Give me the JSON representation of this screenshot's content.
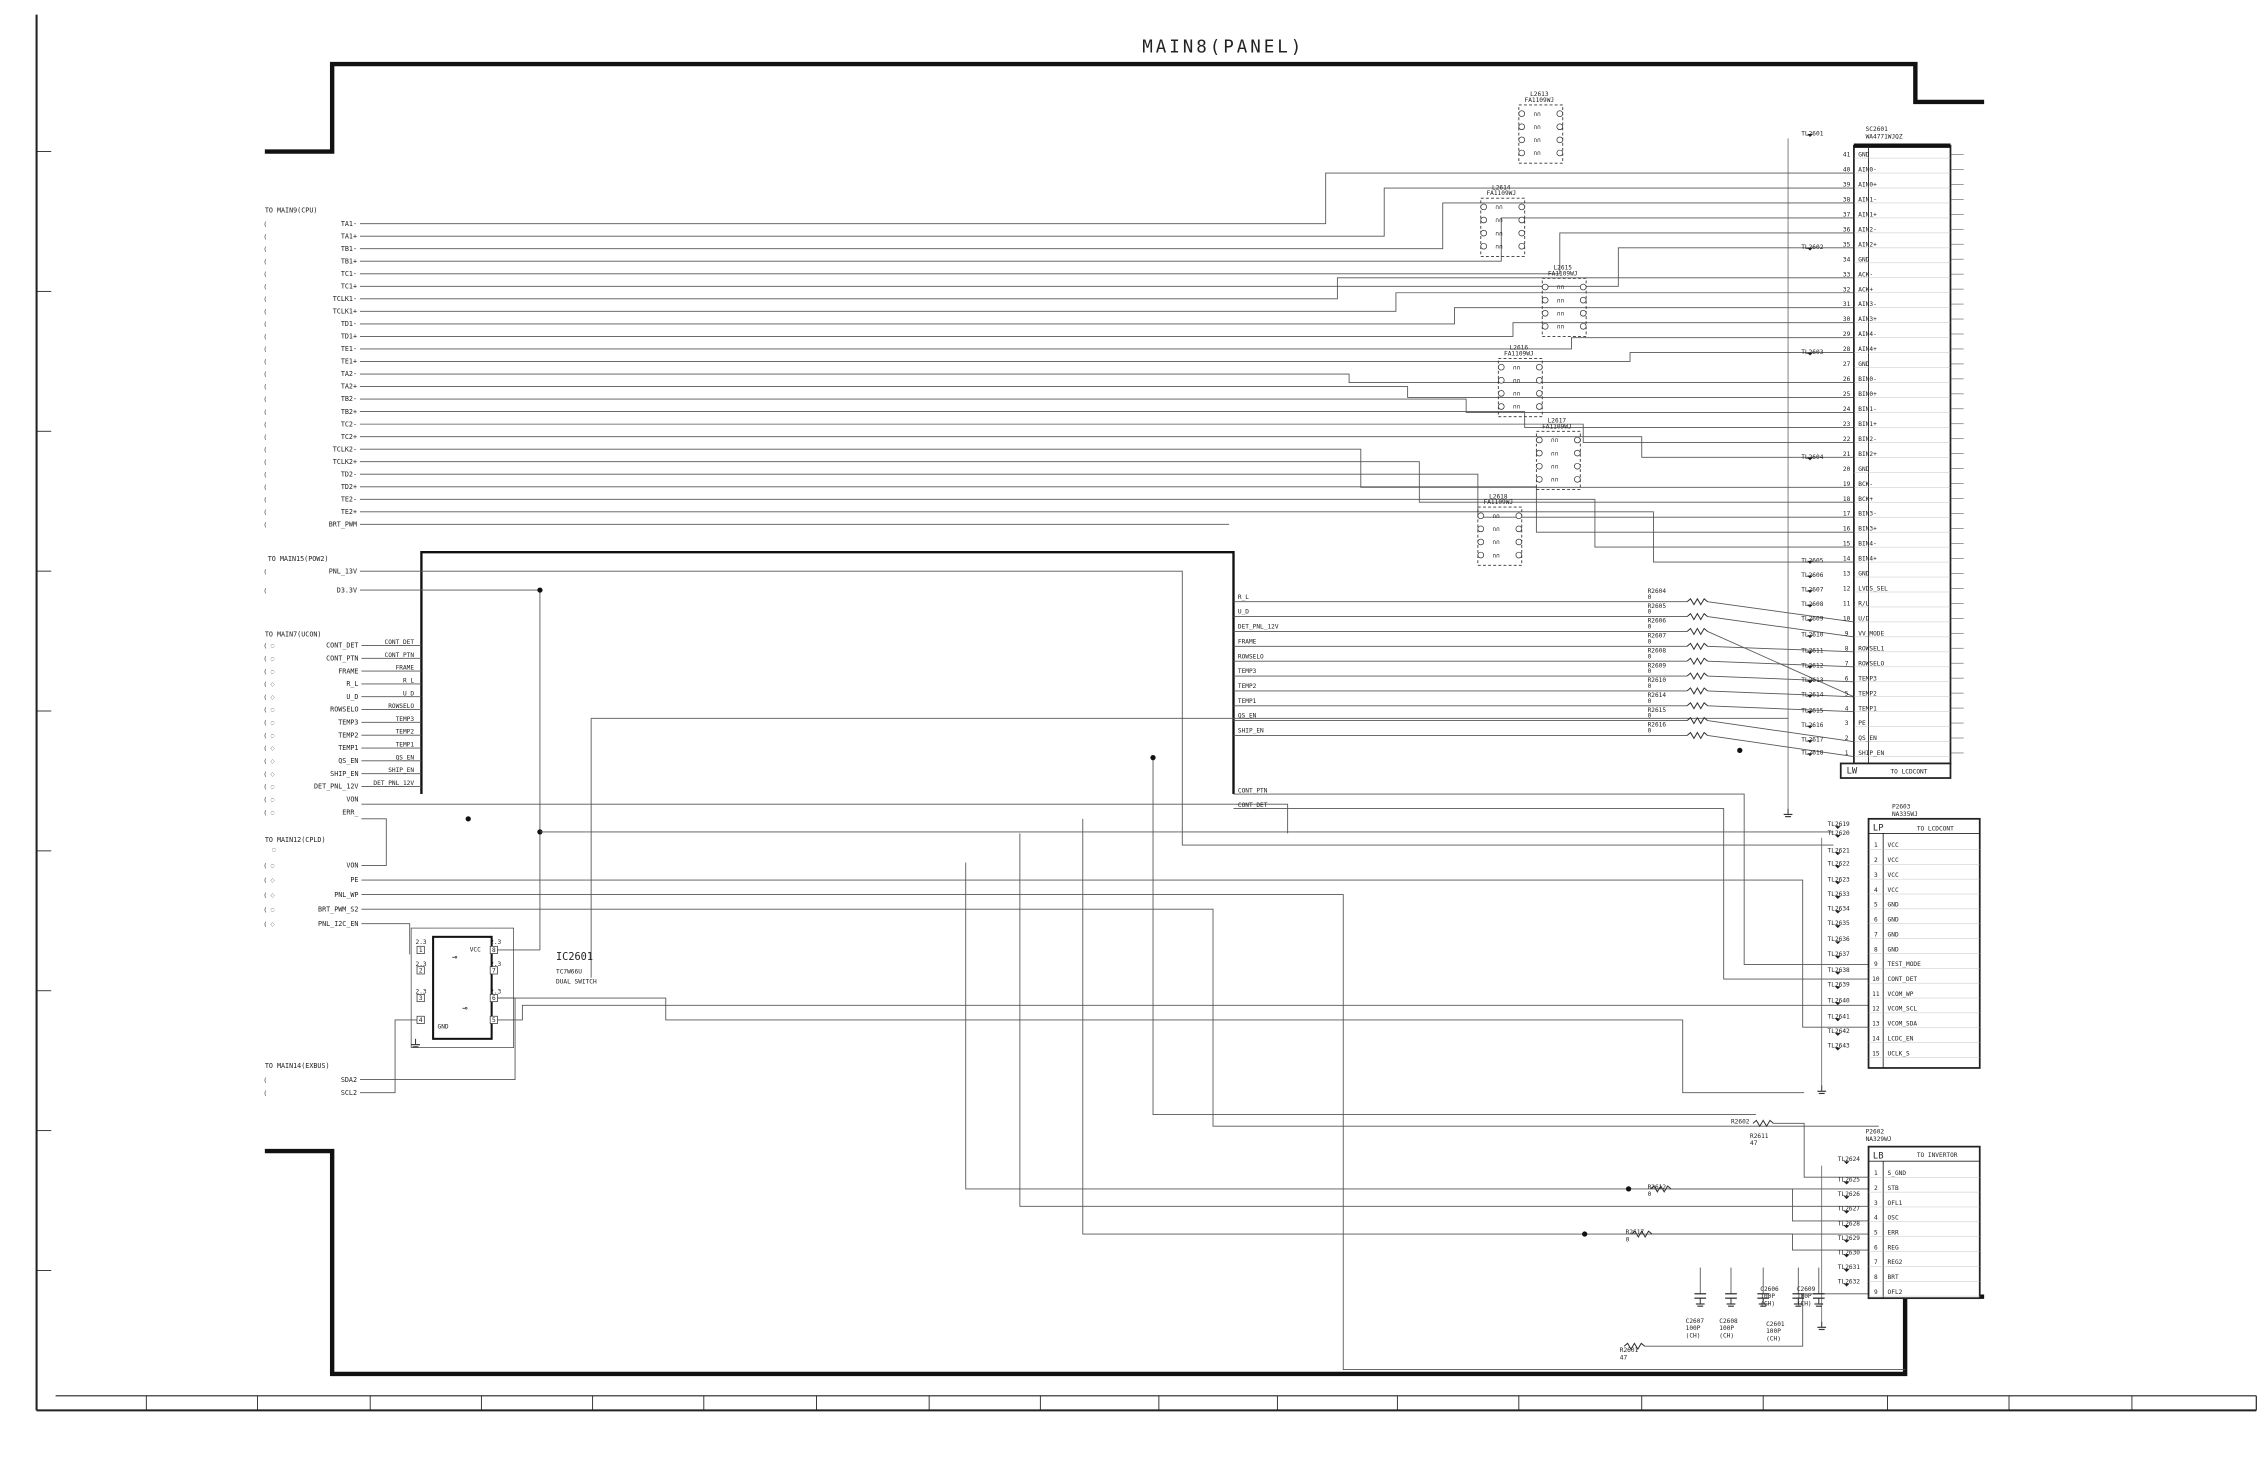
{
  "title": "MAIN8(PANEL)",
  "groups": {
    "cpu": "TO MAIN9(CPU)",
    "pow2": "TO MAIN15(POW2)",
    "ucon": "TO MAIN7(UCON)",
    "cpld": "TO MAIN12(CPLD)",
    "exbus": "TO MAIN14(EXBUS)"
  },
  "cpu_signals": [
    "TA1-",
    "TA1+",
    "TB1-",
    "TB1+",
    "TC1-",
    "TC1+",
    "TCLK1-",
    "TCLK1+",
    "TD1-",
    "TD1+",
    "TE1-",
    "TE1+",
    "TA2-",
    "TA2+",
    "TB2-",
    "TB2+",
    "TC2-",
    "TC2+",
    "TCLK2-",
    "TCLK2+",
    "TD2-",
    "TD2+",
    "TE2-",
    "TE2+",
    "BRT_PWM"
  ],
  "pow_signals": [
    "PNL_13V",
    "D3.3V"
  ],
  "ucon_signals": [
    "CONT_DET",
    "CONT_PTN",
    "FRAME",
    "R_L",
    "U_D",
    "ROWSELO",
    "TEMP3",
    "TEMP2",
    "TEMP1",
    "QS_EN",
    "SHIP_EN",
    "DET_PNL_12V",
    "VON",
    "ERR_"
  ],
  "ucon_bus_labels": [
    "CONT_DET",
    "CONT_PTN",
    "FRAME",
    "R_L",
    "U_D",
    "ROWSELO",
    "TEMP3",
    "TEMP2",
    "TEMP1",
    "QS_EN",
    "SHIP_EN",
    "DET_PNL_12V"
  ],
  "cpld_signals": [
    "VON",
    "PE",
    "PNL_WP",
    "BRT_PWM_S2",
    "PNL_I2C_EN"
  ],
  "exbus_signals": [
    "SDA2",
    "SCL2"
  ],
  "filters": [
    {
      "ref": "L2613",
      "part": "FA1109WJ"
    },
    {
      "ref": "L2614",
      "part": "FA1109WJ"
    },
    {
      "ref": "L2615",
      "part": "FA1109WJ"
    },
    {
      "ref": "L2616",
      "part": "FA1109WJ"
    },
    {
      "ref": "L2617",
      "part": "FA1109WJ"
    },
    {
      "ref": "L2618",
      "part": "FA1109WJ"
    }
  ],
  "connector_lw": {
    "ref": "SC2601",
    "part": "WA4771WJQZ",
    "code": "LW",
    "label": "TO LCDCONT",
    "pins": [
      {
        "n": "41",
        "s": "GND"
      },
      {
        "n": "40",
        "s": "AIN0-"
      },
      {
        "n": "39",
        "s": "AIN0+"
      },
      {
        "n": "38",
        "s": "AIN1-"
      },
      {
        "n": "37",
        "s": "AIN1+"
      },
      {
        "n": "36",
        "s": "AIN2-"
      },
      {
        "n": "35",
        "s": "AIN2+"
      },
      {
        "n": "34",
        "s": "GND"
      },
      {
        "n": "33",
        "s": "ACK-"
      },
      {
        "n": "32",
        "s": "ACK+"
      },
      {
        "n": "31",
        "s": "AIN3-"
      },
      {
        "n": "30",
        "s": "AIN3+"
      },
      {
        "n": "29",
        "s": "AIN4-"
      },
      {
        "n": "28",
        "s": "AIN4+"
      },
      {
        "n": "27",
        "s": "GND"
      },
      {
        "n": "26",
        "s": "BIN0-"
      },
      {
        "n": "25",
        "s": "BIN0+"
      },
      {
        "n": "24",
        "s": "BIN1-"
      },
      {
        "n": "23",
        "s": "BIN1+"
      },
      {
        "n": "22",
        "s": "BIN2-"
      },
      {
        "n": "21",
        "s": "BIN2+"
      },
      {
        "n": "20",
        "s": "GND"
      },
      {
        "n": "19",
        "s": "BCK-"
      },
      {
        "n": "18",
        "s": "BCK+"
      },
      {
        "n": "17",
        "s": "BIN3-"
      },
      {
        "n": "16",
        "s": "BIN3+"
      },
      {
        "n": "15",
        "s": "BIN4-"
      },
      {
        "n": "14",
        "s": "BIN4+"
      },
      {
        "n": "13",
        "s": "GND"
      },
      {
        "n": "12",
        "s": "LVDS_SEL"
      },
      {
        "n": "11",
        "s": "R/L"
      },
      {
        "n": "10",
        "s": "U/D"
      },
      {
        "n": "9",
        "s": "VV_MODE"
      },
      {
        "n": "8",
        "s": "ROWSEL1"
      },
      {
        "n": "7",
        "s": "ROWSELO"
      },
      {
        "n": "6",
        "s": "TEMP3"
      },
      {
        "n": "5",
        "s": "TEMP2"
      },
      {
        "n": "4",
        "s": "TEMP1"
      },
      {
        "n": "3",
        "s": "PE"
      },
      {
        "n": "2",
        "s": "QS_EN"
      },
      {
        "n": "1",
        "s": "SHIP_EN"
      }
    ]
  },
  "connector_lp": {
    "ref": "P2603",
    "part": "NA335WJ",
    "code": "LP",
    "label": "TO LCDCONT",
    "pins": [
      {
        "n": "1",
        "s": "VCC"
      },
      {
        "n": "2",
        "s": "VCC"
      },
      {
        "n": "3",
        "s": "VCC"
      },
      {
        "n": "4",
        "s": "VCC"
      },
      {
        "n": "5",
        "s": "GND"
      },
      {
        "n": "6",
        "s": "GND"
      },
      {
        "n": "7",
        "s": "GND"
      },
      {
        "n": "8",
        "s": "GND"
      },
      {
        "n": "9",
        "s": "TEST_MODE"
      },
      {
        "n": "10",
        "s": "CONT_DET"
      },
      {
        "n": "11",
        "s": "VCOM_WP"
      },
      {
        "n": "12",
        "s": "VCOM_SCL"
      },
      {
        "n": "13",
        "s": "VCOM_SDA"
      },
      {
        "n": "14",
        "s": "LCDC_EN"
      },
      {
        "n": "15",
        "s": "UCLK_S"
      }
    ]
  },
  "connector_lb": {
    "ref": "P2602",
    "part": "NA329WJ",
    "code": "LB",
    "label": "TO INVERTOR",
    "pins": [
      {
        "n": "1",
        "s": "S_GND"
      },
      {
        "n": "2",
        "s": "STB"
      },
      {
        "n": "3",
        "s": "OFL1"
      },
      {
        "n": "4",
        "s": "OSC"
      },
      {
        "n": "5",
        "s": "ERR"
      },
      {
        "n": "6",
        "s": "REG"
      },
      {
        "n": "7",
        "s": "REG2"
      },
      {
        "n": "8",
        "s": "BRT"
      },
      {
        "n": "9",
        "s": "OFL2"
      }
    ]
  },
  "mid_signals": [
    "R_L",
    "U_D",
    "DET_PNL_12V",
    "FRAME",
    "ROWSELO",
    "TEMP3",
    "TEMP2",
    "TEMP1",
    "QS_EN",
    "SHIP_EN"
  ],
  "mid_resistors": [
    {
      "ref": "R2604",
      "v": "0"
    },
    {
      "ref": "R2605",
      "v": "0"
    },
    {
      "ref": "R2606",
      "v": "0"
    },
    {
      "ref": "R2607",
      "v": "0"
    },
    {
      "ref": "R2608",
      "v": "0"
    },
    {
      "ref": "R2609",
      "v": "0"
    },
    {
      "ref": "R2610",
      "v": "0"
    },
    {
      "ref": "R2614",
      "v": "0"
    },
    {
      "ref": "R2615",
      "v": "0"
    },
    {
      "ref": "R2616",
      "v": "0"
    }
  ],
  "cont_signals": [
    "CONT_PTN",
    "CONT_DET"
  ],
  "lw_testpoints": [
    "TL2601",
    "TL2602",
    "TL2603",
    "TL2604",
    "TL2605",
    "TL2606",
    "TL2607",
    "TL2608",
    "TL2609",
    "TL2610",
    "TL2611",
    "TL2612",
    "TL2613",
    "TL2614",
    "TL2615",
    "TL2616",
    "TL2617",
    "TL2618"
  ],
  "lp_testpoints": [
    "TL2619",
    "TL2620",
    "TL2621",
    "TL2622",
    "TL2623",
    "TL2633",
    "TL2634",
    "TL2635",
    "TL2636",
    "TL2637",
    "TL2638",
    "TL2639",
    "TL2640",
    "TL2641",
    "TL2642",
    "TL2643"
  ],
  "lb_testpoints": [
    "TL2624",
    "TL2625",
    "TL2626",
    "TL2627",
    "TL2628",
    "TL2629",
    "TL2630",
    "TL2631",
    "TL2632"
  ],
  "ic": {
    "ref": "IC2601",
    "part": "TC7W66U",
    "desc": "DUAL SWITCH",
    "vcc": "VCC",
    "gnd": "GND"
  },
  "ic_pins": [
    "1",
    "2",
    "3",
    "4",
    "5",
    "6",
    "7",
    "8"
  ],
  "ic_pin_nums": [
    "2.3",
    "2.3",
    "2.3",
    "2.3",
    "2.3",
    "2.3"
  ],
  "lower_resistors": [
    {
      "ref": "R2602",
      "v": ""
    },
    {
      "ref": "R2611",
      "v": "47"
    },
    {
      "ref": "R2612",
      "v": "0"
    },
    {
      "ref": "R2617",
      "v": "0"
    },
    {
      "ref": "R2601",
      "v": "47"
    }
  ],
  "capacitors": [
    {
      "ref": "C2607",
      "v": "100P",
      "t": "(CH)"
    },
    {
      "ref": "C2608",
      "v": "100P",
      "t": "(CH)"
    },
    {
      "ref": "C2606",
      "v": "100P",
      "t": "(CH)"
    },
    {
      "ref": "C2609",
      "v": "100P",
      "t": "(CH)"
    },
    {
      "ref": "C2601",
      "v": "100P",
      "t": "(CH)"
    }
  ]
}
